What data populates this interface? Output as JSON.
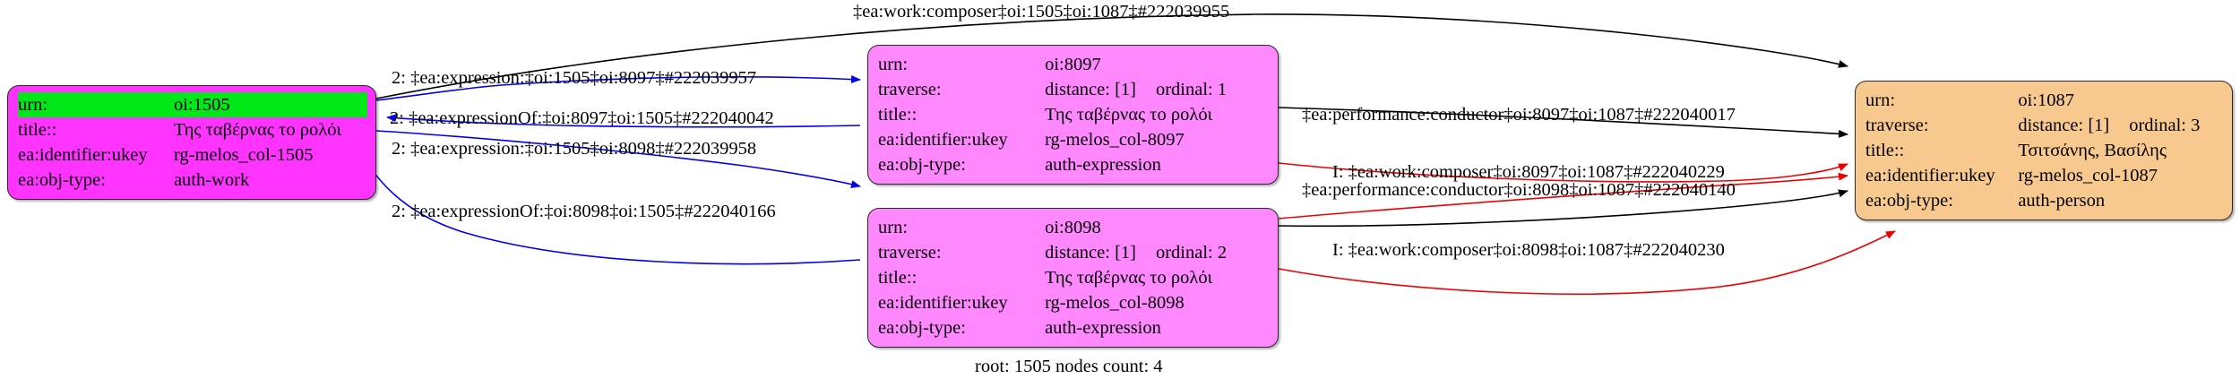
{
  "graph": {
    "footer": "root: 1505 nodes count: 4",
    "colors": {
      "root_node_fill": "#ff33ff",
      "root_highlight": "#00e818",
      "expression_node_fill": "#ff88ff",
      "person_node_fill": "#f8c98e",
      "edge_black": "#000000",
      "edge_blue": "#0000ee",
      "edge_red": "#ee0000"
    },
    "nodes": [
      {
        "id": "work-1505",
        "type": "auth-work",
        "rows": [
          {
            "key": "urn:",
            "value": "oi:1505",
            "highlight": true
          },
          {
            "key": "title::",
            "value": "Της ταβέρνας το ρολόι",
            "highlight": false
          },
          {
            "key": "ea:identifier:ukey",
            "value": "rg-melos_col-1505",
            "highlight": false
          },
          {
            "key": "ea:obj-type:",
            "value": "auth-work",
            "highlight": false
          }
        ]
      },
      {
        "id": "expr-8097",
        "type": "auth-expression",
        "rows": [
          {
            "key": "urn:",
            "value": "oi:8097",
            "highlight": false
          },
          {
            "key": "traverse:",
            "value": "distance: [1]",
            "value2": "ordinal: 1",
            "highlight": false
          },
          {
            "key": "title::",
            "value": "Της ταβέρνας το ρολόι",
            "highlight": false
          },
          {
            "key": "ea:identifier:ukey",
            "value": "rg-melos_col-8097",
            "highlight": false
          },
          {
            "key": "ea:obj-type:",
            "value": "auth-expression",
            "highlight": false
          }
        ]
      },
      {
        "id": "expr-8098",
        "type": "auth-expression",
        "rows": [
          {
            "key": "urn:",
            "value": "oi:8098",
            "highlight": false
          },
          {
            "key": "traverse:",
            "value": "distance: [1]",
            "value2": "ordinal: 2",
            "highlight": false
          },
          {
            "key": "title::",
            "value": "Της ταβέρνας το ρολόι",
            "highlight": false
          },
          {
            "key": "ea:identifier:ukey",
            "value": "rg-melos_col-8098",
            "highlight": false
          },
          {
            "key": "ea:obj-type:",
            "value": "auth-expression",
            "highlight": false
          }
        ]
      },
      {
        "id": "person-1087",
        "type": "auth-person",
        "rows": [
          {
            "key": "urn:",
            "value": "oi:1087",
            "highlight": false
          },
          {
            "key": "traverse:",
            "value": "distance: [1]",
            "value2": "ordinal: 3",
            "highlight": false
          },
          {
            "key": "title::",
            "value": "Τσιτσάνης, Βασίλης",
            "highlight": false
          },
          {
            "key": "ea:identifier:ukey",
            "value": "rg-melos_col-1087",
            "highlight": false
          },
          {
            "key": "ea:obj-type:",
            "value": "auth-person",
            "highlight": false
          }
        ]
      }
    ],
    "edge_labels": {
      "top_work_composer": "‡ea:work:composer‡oi:1505‡oi:1087‡#222039955",
      "expression_1505_8097": "2: ‡ea:expression:‡oi:1505‡oi:8097‡#222039957",
      "expression_of_8097_1505": "2: ‡ea:expressionOf:‡oi:8097‡oi:1505‡#222040042",
      "expression_1505_8098": "2: ‡ea:expression:‡oi:1505‡oi:8098‡#222039958",
      "expression_of_8098_1505": "2: ‡ea:expressionOf:‡oi:8098‡oi:1505‡#222040166",
      "conductor_8097_1087": "‡ea:performance:conductor‡oi:8097‡oi:1087‡#222040017",
      "composer_8097_1087": "I: ‡ea:work:composer‡oi:8097‡oi:1087‡#222040229",
      "conductor_8098_1087": "‡ea:performance:conductor‡oi:8098‡oi:1087‡#222040140",
      "composer_8098_1087": "I: ‡ea:work:composer‡oi:8098‡oi:1087‡#222040230"
    }
  }
}
